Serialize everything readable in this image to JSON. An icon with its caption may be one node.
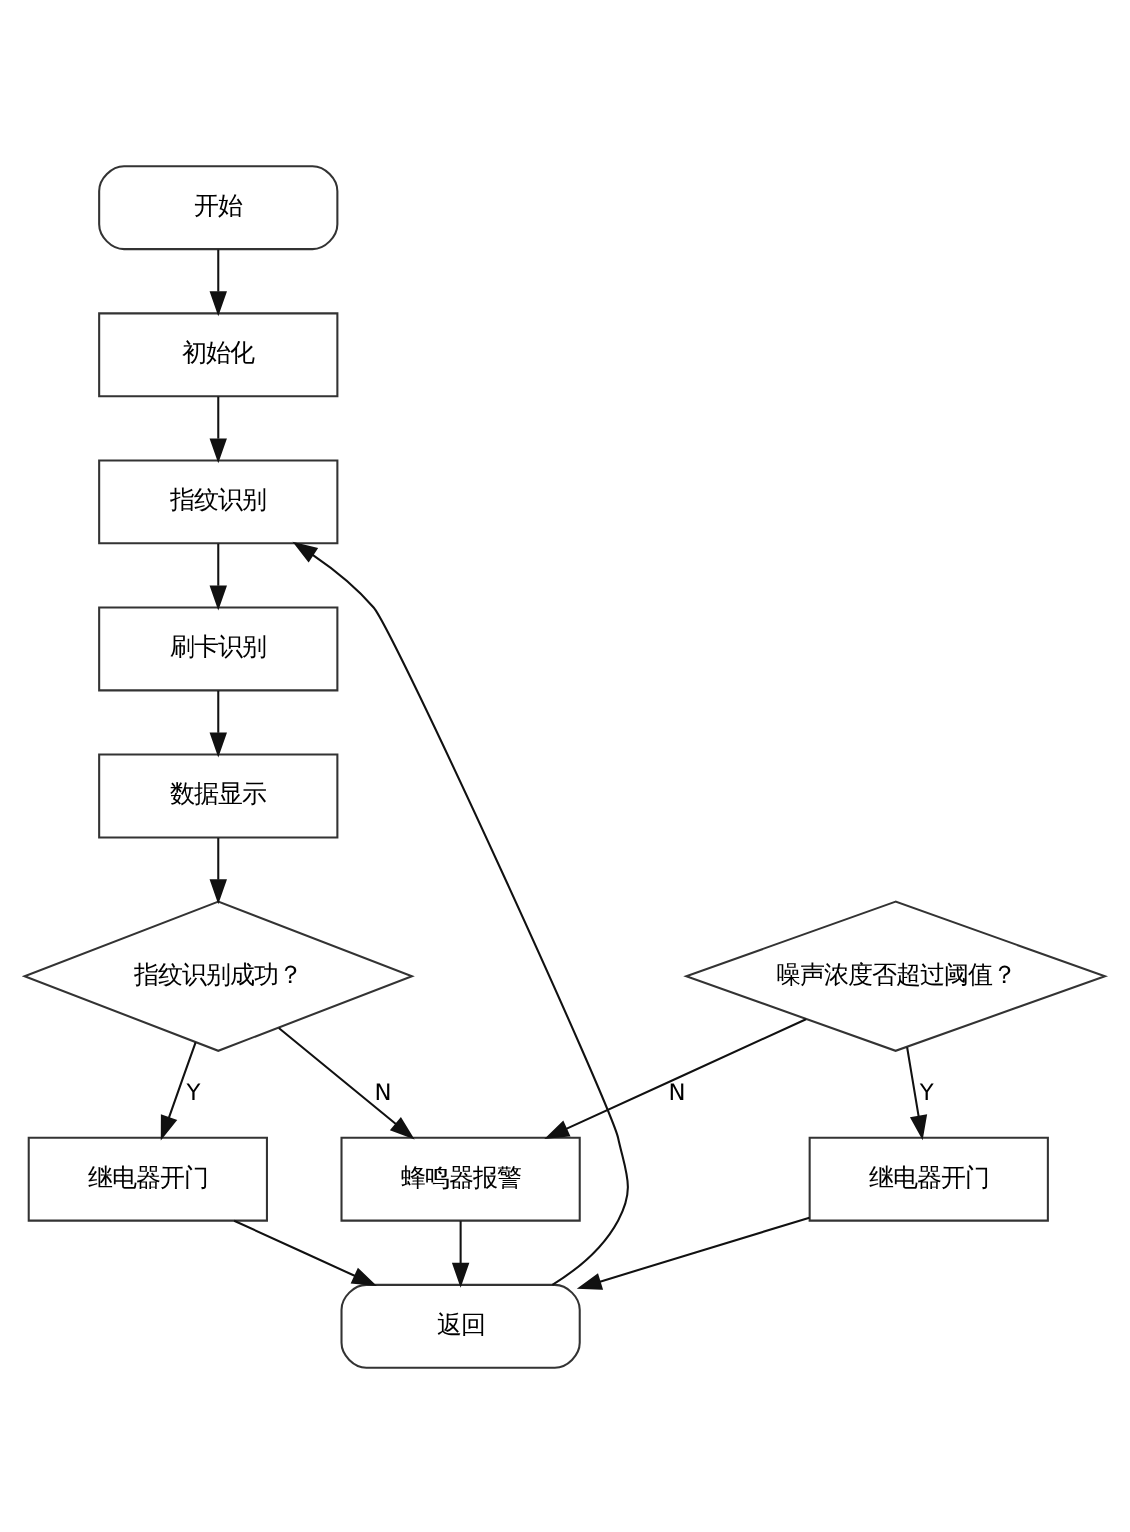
{
  "diagram": {
    "nodes": [
      {
        "text": [
          "开始"
        ]
      },
      {
        "text": [
          "初始化"
        ]
      },
      {
        "text": [
          "指纹识别"
        ]
      },
      {
        "text": [
          "刷卡识别"
        ]
      },
      {
        "text": [
          "数据显示"
        ]
      },
      {
        "text": [
          "指纹识别成功？"
        ]
      },
      {
        "text": [
          "噪声浓度否超过阈值？"
        ]
      },
      {
        "text": [
          "继电器开门"
        ]
      },
      {
        "text": [
          "蜂鸣器报警"
        ]
      },
      {
        "text": [
          "继电器开门"
        ]
      },
      {
        "text": [
          "返回"
        ]
      }
    ],
    "edges": [
      {
        "from": 0,
        "to": 1,
        "arrow": "to"
      },
      {
        "from": 1,
        "to": 2,
        "arrow": "to"
      },
      {
        "from": 2,
        "to": 3,
        "arrow": "to"
      },
      {
        "from": 3,
        "to": 4,
        "arrow": "to"
      },
      {
        "from": 4,
        "to": 5,
        "arrow": "to"
      },
      {
        "from": 5,
        "to": 7,
        "arrow": "to",
        "label": "Y"
      },
      {
        "from": 5,
        "to": 8,
        "arrow": "to",
        "label": "N"
      },
      {
        "from": 6,
        "to": 8,
        "arrow": "to",
        "label": "N"
      },
      {
        "from": 6,
        "to": 9,
        "arrow": "to",
        "label": "Y"
      },
      {
        "from": 7,
        "to": 10,
        "arrow": "to"
      },
      {
        "from": 8,
        "to": 10,
        "arrow": "to"
      },
      {
        "from": 9,
        "to": 10,
        "arrow": "to"
      },
      {
        "from": 10,
        "to": 2,
        "arrow": "to"
      }
    ]
  }
}
